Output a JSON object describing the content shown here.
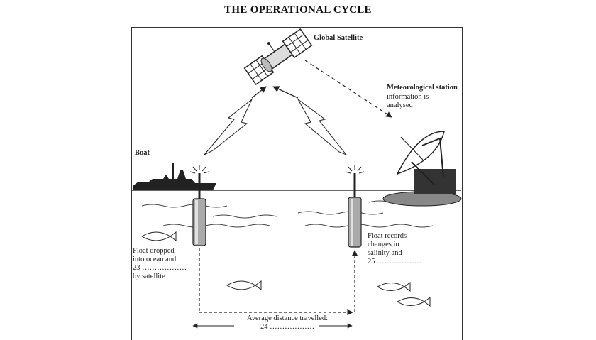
{
  "title": "THE OPERATIONAL CYCLE",
  "labels": {
    "satellite": "Global Satellite",
    "station": "Meteorological station",
    "station_sub": "information is\nanalysed",
    "boat": "Boat",
    "float_dropped": "Float dropped\ninto ocean and\n23 ………………\nby satellite",
    "float_records": "Float records\nchanges in\nsalinity and\n25 ………………",
    "distance": "Average distance travelled:\n24 ………………"
  }
}
